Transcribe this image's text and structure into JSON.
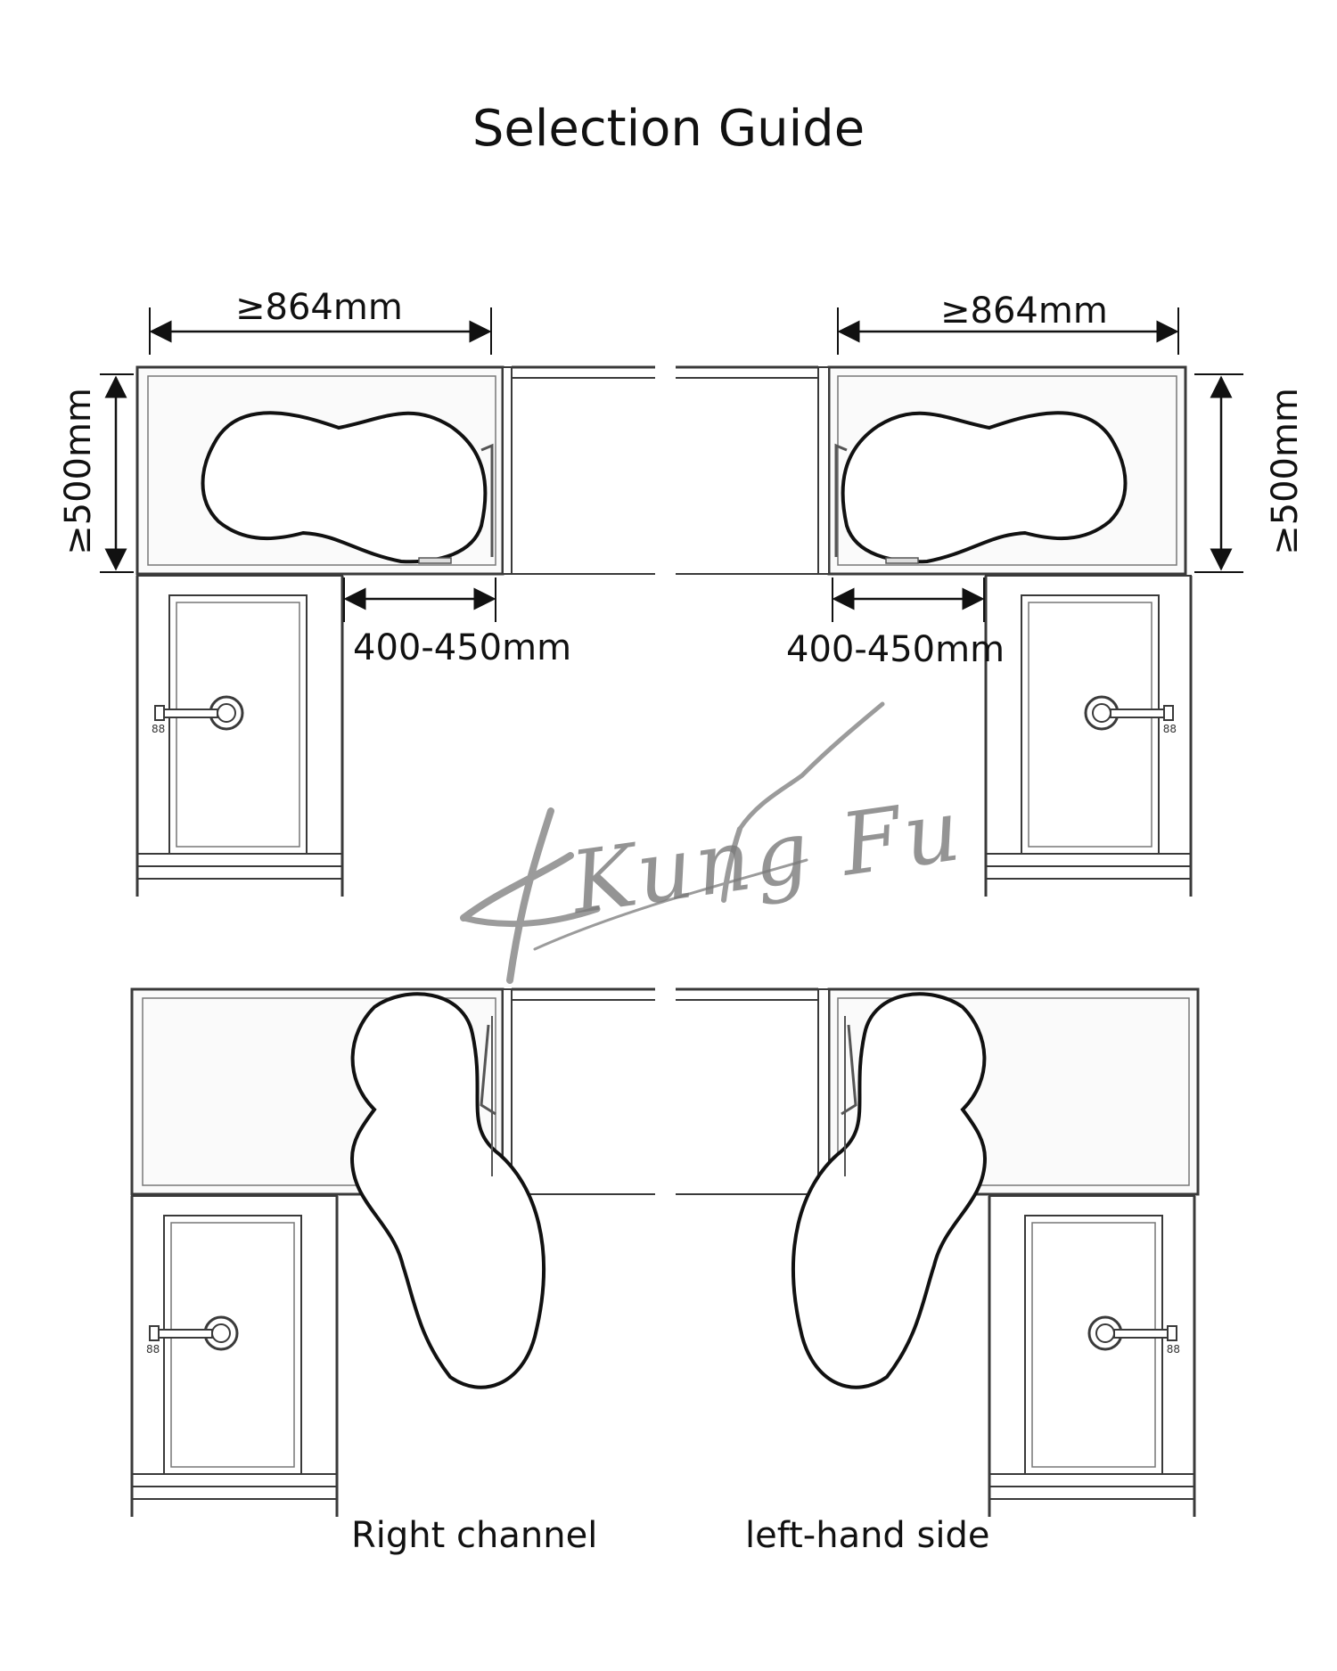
{
  "title": "Selection Guide",
  "dimensions": {
    "top_left_width": "≥864mm",
    "top_right_width": "≥864mm",
    "top_left_depth": "≥500mm",
    "top_right_depth": "≥500mm",
    "top_left_opening": "400-450mm",
    "top_right_opening": "400-450mm"
  },
  "captions": {
    "bottom_left": "Right channel",
    "bottom_right": "left-hand side"
  },
  "watermark": "Kung Fu",
  "colors": {
    "line": "#3a3a3a",
    "wall_fill": "#f4f4f4",
    "watermark": "#7a7a7a"
  }
}
